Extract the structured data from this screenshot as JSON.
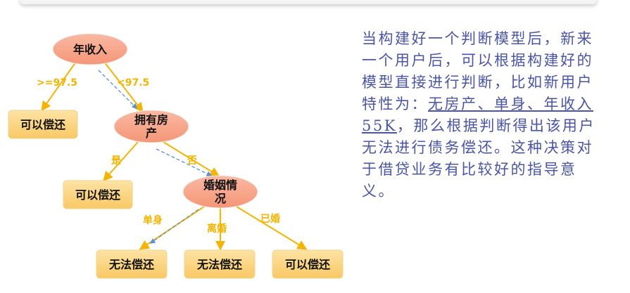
{
  "colors": {
    "ellipse_fill": "#f7a48a",
    "box_fill": "#fbd27e",
    "arrow": "#f4b400",
    "dashed_arrow": "#5b8fd6",
    "edge_label": "#f4b400",
    "text_blue": "#4a55a8"
  },
  "tree": {
    "root": {
      "label": "年收入"
    },
    "root_left": {
      "label": "可以偿还"
    },
    "node_house": {
      "label_line1": "拥有房",
      "label_line2": "产"
    },
    "house_yes": {
      "label": "可以偿还"
    },
    "node_marriage": {
      "label_line1": "婚姻情",
      "label_line2": "况"
    },
    "leaf_single": {
      "label": "无法偿还"
    },
    "leaf_divorced": {
      "label": "无法偿还"
    },
    "leaf_married": {
      "label": "可以偿还"
    },
    "edges": {
      "ge": ">=97.5",
      "lt": "<97.5",
      "yes": "是",
      "no": "否",
      "single": "单身",
      "divorced": "离婚",
      "married": "已婚"
    }
  },
  "description": {
    "part1": "当构建好一个判断模型后，新来一个用户后，可以根据构建好的模型直接进行判断，比如新用户特性为：",
    "underlined": "无房产、单身、年收入55K",
    "part2": "，那么根据判断得出该用户无法进行债务偿还。这种决策对于借贷业务有比较好的指导意义。"
  }
}
